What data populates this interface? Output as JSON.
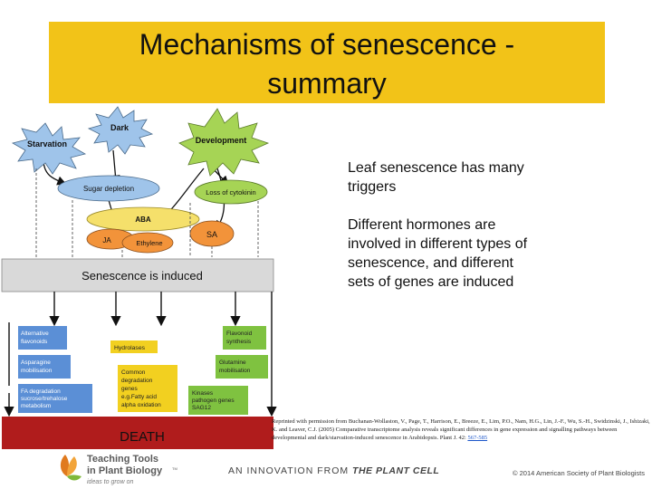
{
  "slide": {
    "title_line1": "Mechanisms of senescence -",
    "title_line2": "summary",
    "title_bg": "#f2c318"
  },
  "bullets": [
    {
      "lines": [
        "Leaf senescence has many",
        "triggers"
      ]
    },
    {
      "lines": [
        "Different hormones are",
        "involved in different types of",
        "senescence, and different",
        "sets of genes are induced"
      ]
    }
  ],
  "diagram": {
    "triggers": {
      "dark": "Dark",
      "starvation": "Starvation",
      "development": "Development"
    },
    "signals": {
      "sugar_depletion": "Sugar depletion",
      "loss_of_cytokinin": "Loss of cytokinin",
      "aba": "ABA",
      "ja": "JA",
      "ethylene": "Ethylene",
      "sa": "SA"
    },
    "induced_bar": "Senescence is induced",
    "outcomes": {
      "alt_flavonoids": [
        "Alternative",
        "flavonoids"
      ],
      "asparagine": [
        "Asparagine",
        "mobilisation"
      ],
      "fa_degradation": [
        "FA degradation",
        "sucrose/trehalose",
        "metabolism"
      ],
      "hydrolases": "Hydrolases",
      "common_genes": [
        "Common",
        "degradation",
        "genes",
        "e.g.Fatty acid",
        "alpha oxidation"
      ],
      "flavonoid_synth": [
        "Flavonoid",
        "synthesis"
      ],
      "glutamine": [
        "Glutamine",
        "mobilisation"
      ],
      "kinases": [
        "Kinases",
        "pathogen genes",
        "SAG12"
      ]
    },
    "death": "DEATH",
    "colors": {
      "starburst_blue": "#9fc4ea",
      "starburst_green": "#a6d455",
      "sugar_oval": "#9fc4ea",
      "cytokinin_oval": "#a6d455",
      "aba_oval": "#f5e06b",
      "orange_oval": "#f2933a",
      "induced_bar": "#d9d9d9",
      "outcome_blue": "#5b8fd6",
      "outcome_yellow": "#f2d020",
      "outcome_green": "#7fc240",
      "death_bg": "#b01c1c"
    }
  },
  "citation": {
    "text": "Reprinted with permission from Buchanan-Wollaston, V., Page, T., Harrison, E., Breeze, E., Lim, P.O., Nam, H.G., Lin, J.-F., Wu, S.-H., Swidzinski, J., Ishizaki, K. and Leaver, C.J. (2005) Comparative transcriptome analysis reveals significant differences in gene expression and signalling pathways between developmental and dark/starvation-induced senescence in Arabidopsis. Plant J. 42:",
    "doi": "567-585"
  },
  "footer": {
    "logo_line1": "Teaching Tools",
    "logo_line2": "in Plant Biology",
    "logo_tm": "TM",
    "logo_tagline": "ideas to grow on",
    "innovation_prefix": "AN INNOVATION FROM",
    "innovation_brand": "THE PLANT CELL",
    "copyright": "© 2014 American Society of Plant Biologists"
  }
}
